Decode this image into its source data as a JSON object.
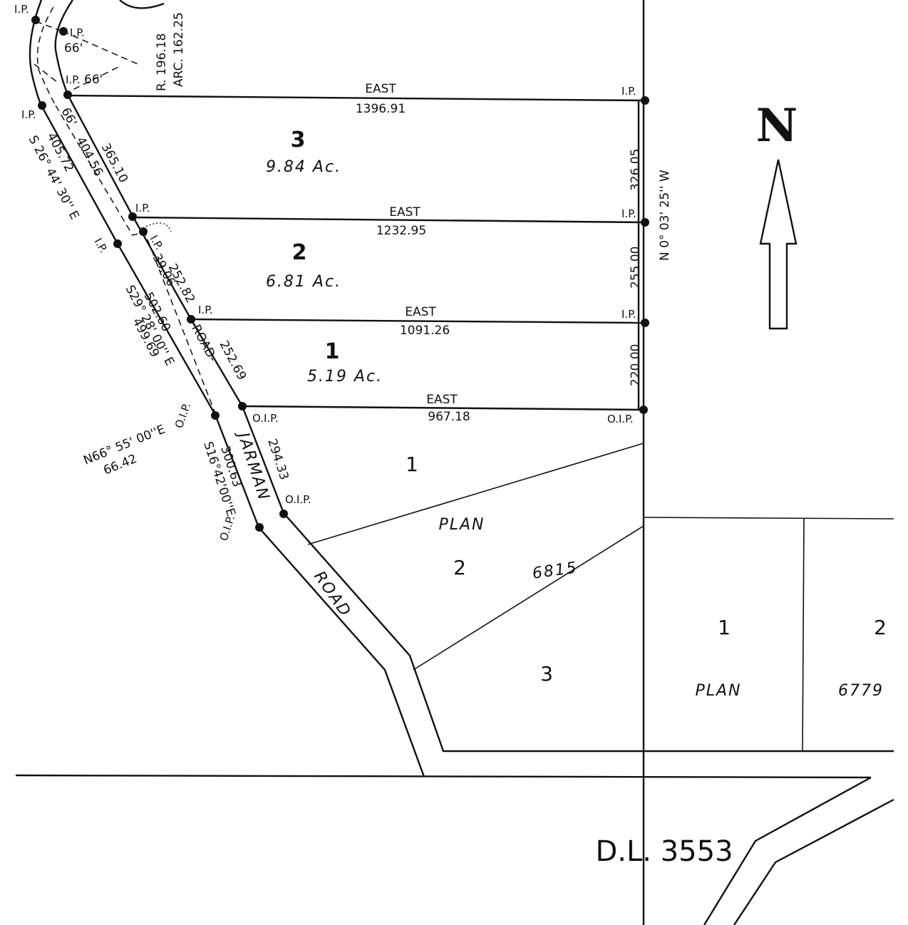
{
  "north": {
    "letter": "N"
  },
  "district_lot": "D.L. 3553",
  "curve": {
    "radius": "R. 196.18",
    "arc": "ARC. 162.25"
  },
  "road_name": {
    "jarman": "JARMAN",
    "road_lower": "ROAD",
    "road_upper": "-ROAD-"
  },
  "plan": {
    "word": "PLAN",
    "number_a": "6815",
    "number_b": "6779"
  },
  "lots": [
    {
      "number": "3",
      "area": "9.84 Ac.",
      "bearing": "EAST",
      "length": "1396.91",
      "west_side": "365.10",
      "east_side": "326.05"
    },
    {
      "number": "2",
      "area": "6.81 Ac.",
      "bearing": "EAST",
      "length": "1232.95",
      "west_side": "252.82",
      "east_side": "255.00"
    },
    {
      "number": "1",
      "area": "5.19 Ac.",
      "bearing": "EAST",
      "length": "1091.26",
      "west_side": "252.69",
      "east_side": "220.00"
    }
  ],
  "south_line": {
    "bearing": "EAST",
    "length": "967.18"
  },
  "east_bearing": "N 0° 03' 25'' W",
  "road_dims": {
    "width_a": "66'",
    "width_b": "66'",
    "width_c": "66'",
    "len_404": "404.56",
    "len_405": "405.72",
    "bearing_a": "S 26° 44' 30'' E",
    "len_502": "502.60",
    "bearing_b": "S29° 28' 00'' E",
    "len_499": "499.69",
    "len_3906": "39.06",
    "len_300": "300.63",
    "bearing_c": "S16°42'00''E",
    "len_294": "294.33",
    "bearing_d": "N66° 55' 00''E",
    "len_66": "66.42"
  },
  "pins": {
    "ip": "I.P.",
    "oip": "O.I.P."
  },
  "other_lots": [
    "1",
    "2",
    "3",
    "1",
    "2"
  ]
}
